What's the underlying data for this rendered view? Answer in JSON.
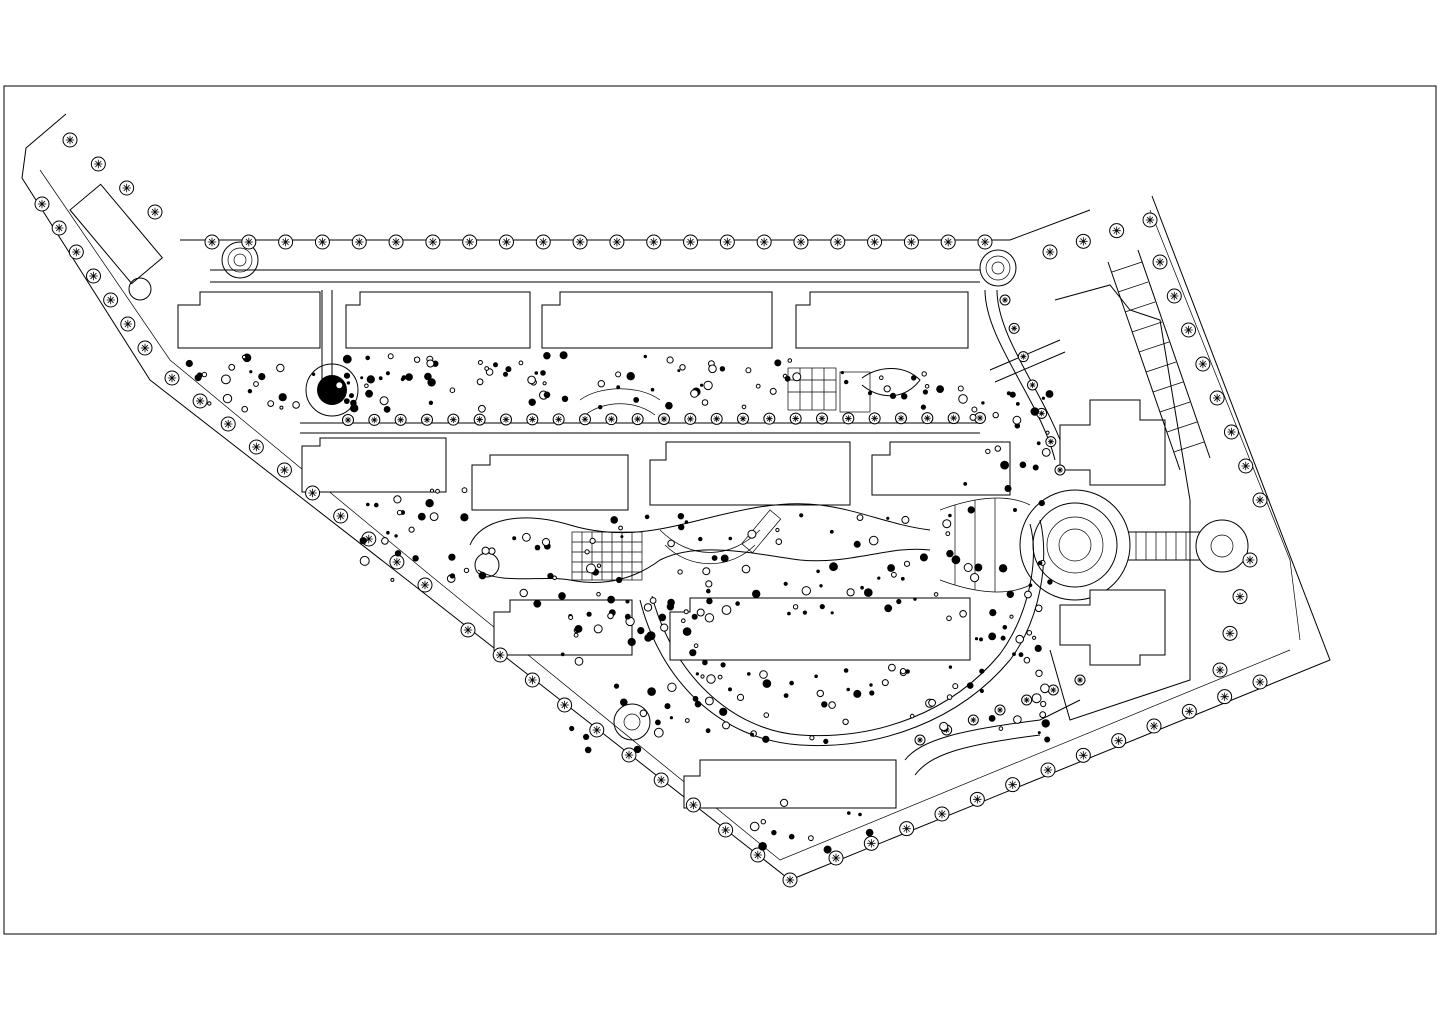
{
  "drawing": {
    "kind": "CAD site landscape plan (line drawing, no printed text)",
    "line_color": "#000000",
    "background_color": "#ffffff",
    "elements": [
      "drawing-frame",
      "site-boundary",
      "perimeter-trees",
      "residential-blocks",
      "internal-roads",
      "roundabouts",
      "central-garden",
      "plaza",
      "parking-grid"
    ]
  }
}
